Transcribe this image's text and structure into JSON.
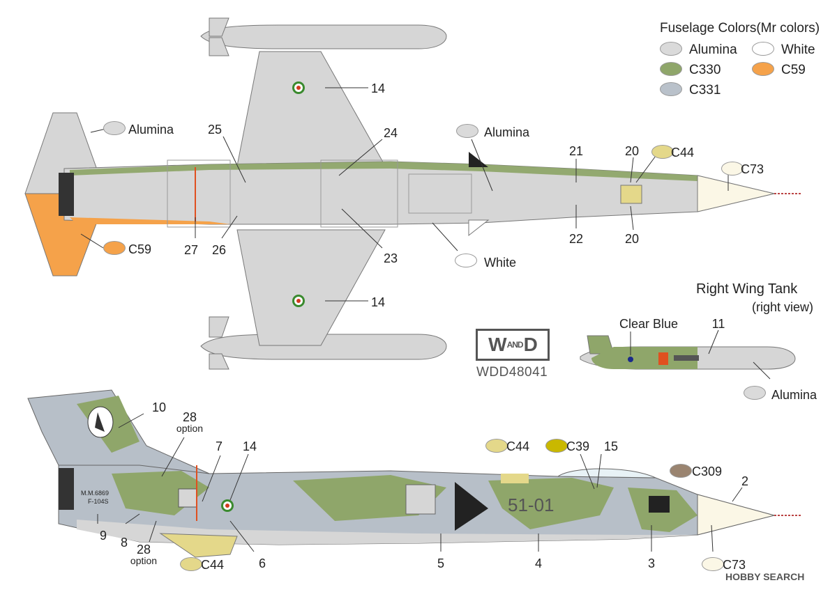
{
  "legend": {
    "title": "Fuselage Colors(Mr colors)",
    "items": [
      {
        "name": "Alumina",
        "color": "#dadada"
      },
      {
        "name": "White",
        "color": "#ffffff"
      },
      {
        "name": "C330",
        "color": "#8fa66a"
      },
      {
        "name": "C59",
        "color": "#f5a24a"
      },
      {
        "name": "C331",
        "color": "#b9c1ca"
      }
    ]
  },
  "colors": {
    "alumina": "#d6d6d6",
    "c330": "#8fa66a",
    "c331": "#b7bfc8",
    "c59": "#f5a24a",
    "c44": "#e4d88a",
    "c39": "#c9b800",
    "c73": "#fbf7e6",
    "c309": "#9a8470",
    "white": "#ffffff",
    "roundel_red": "#d23a1e",
    "roundel_green": "#3a8a2e"
  },
  "top_view": {
    "color_callouts": {
      "alumina_tail": "Alumina",
      "alumina_fuselage": "Alumina",
      "c44": "C44",
      "c73": "C73",
      "c59": "C59",
      "white": "White"
    },
    "numbers": {
      "n14a": "14",
      "n25": "25",
      "n24": "24",
      "n21": "21",
      "n20a": "20",
      "n27": "27",
      "n26": "26",
      "n23": "23",
      "n22": "22",
      "n20b": "20",
      "n14b": "14"
    }
  },
  "wing_tank": {
    "title": "Right Wing Tank",
    "subtitle": "(right view)",
    "clear_blue": "Clear Blue",
    "n11": "11",
    "alumina": "Alumina"
  },
  "logo": {
    "brand_w": "W",
    "brand_and": "AND",
    "brand_d": "D",
    "code": "WDD48041"
  },
  "side_view": {
    "aircraft_code": "51-01",
    "serial_line1": "M.M.6869",
    "serial_line2": "F-104S",
    "color_callouts": {
      "c44_top": "C44",
      "c39": "C39",
      "c309": "C309",
      "c44_bottom": "C44",
      "c73": "C73"
    },
    "numbers": {
      "n10": "10",
      "n28a": "28",
      "opt_a": "option",
      "n7": "7",
      "n14": "14",
      "n15": "15",
      "n2": "2",
      "n9": "9",
      "n8": "8",
      "n28b": "28",
      "opt_b": "option",
      "n6": "6",
      "n5": "5",
      "n4": "4",
      "n3": "3"
    }
  },
  "watermark": "HOBBY SEARCH"
}
